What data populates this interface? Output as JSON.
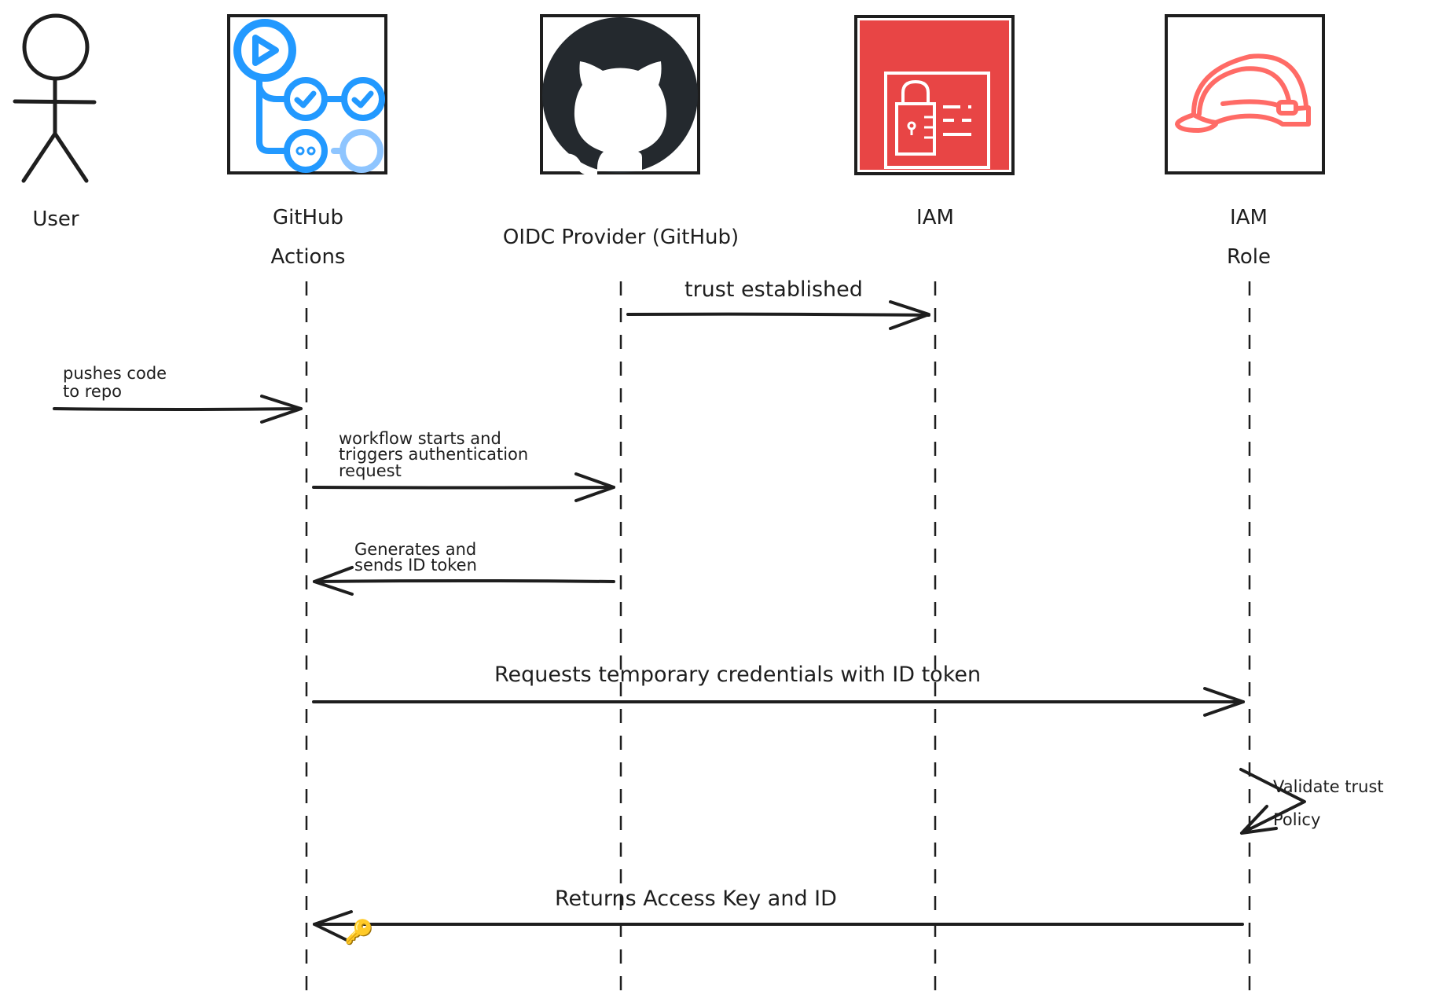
{
  "diagram": {
    "type": "sequence-diagram",
    "colors": {
      "ink": "#1e1e1e",
      "github_actions_blue": "#2188ff",
      "github_actions_light_blue": "#8ec5ff",
      "github_dark": "#24292e",
      "iam_red": "#e84545",
      "iam_role_coral": "#ff6b66",
      "key_gold": "#e8b512"
    },
    "participants": [
      {
        "id": "user",
        "label_lines": [
          "User"
        ],
        "icon": "stick-figure-icon"
      },
      {
        "id": "github-actions",
        "label_lines": [
          "GitHub",
          "Actions"
        ],
        "icon": "github-actions-icon"
      },
      {
        "id": "oidc-provider",
        "label_lines": [
          "OIDC Provider (GitHub)"
        ],
        "icon": "github-octocat-icon"
      },
      {
        "id": "iam",
        "label_lines": [
          "IAM"
        ],
        "icon": "iam-padlock-card-icon"
      },
      {
        "id": "iam-role",
        "label_lines": [
          "IAM",
          "Role"
        ],
        "icon": "hard-hat-icon"
      }
    ],
    "messages": [
      {
        "from": "oidc-provider",
        "to": "iam",
        "label_lines": [
          "trust established"
        ]
      },
      {
        "from": "user",
        "to": "github-actions",
        "label_lines": [
          "pushes code",
          "to repo"
        ]
      },
      {
        "from": "github-actions",
        "to": "oidc-provider",
        "label_lines": [
          "workflow starts and",
          "triggers authentication",
          "request"
        ]
      },
      {
        "from": "oidc-provider",
        "to": "github-actions",
        "label_lines": [
          "Generates and",
          "sends ID token"
        ]
      },
      {
        "from": "github-actions",
        "to": "iam-role",
        "label_lines": [
          "Requests temporary credentials with ID token"
        ]
      },
      {
        "from": "iam-role",
        "to": "iam-role",
        "label_lines": [
          "Validate trust",
          "Policy"
        ]
      },
      {
        "from": "iam-role",
        "to": "github-actions",
        "label_lines": [
          "Returns Access Key and ID"
        ],
        "icon": "key-icon",
        "icon_glyph": "🔑"
      }
    ]
  }
}
